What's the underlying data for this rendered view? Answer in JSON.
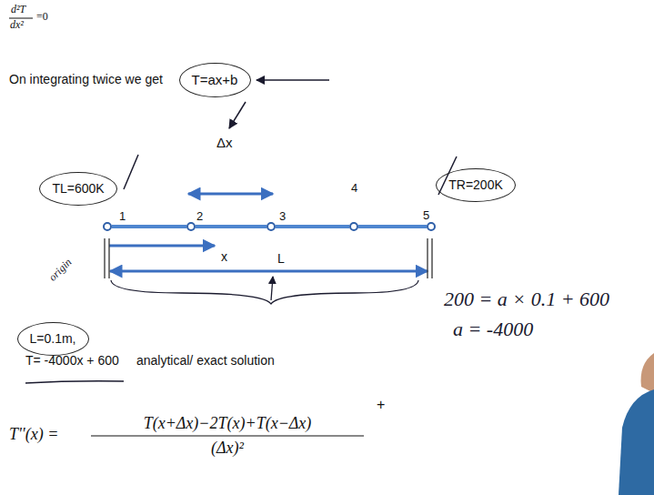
{
  "diagram": {
    "nodes": [
      {
        "text": [
          "T=ax+b"
        ]
      },
      {
        "text": [
          "TL=600K"
        ]
      },
      {
        "text": [
          "1"
        ]
      },
      {
        "text": [
          "2"
        ]
      },
      {
        "text": [
          "3"
        ]
      },
      {
        "text": [
          "4"
        ]
      },
      {
        "text": [
          "5"
        ]
      },
      {
        "text": [
          "TR=200K"
        ]
      },
      {
        "text": [
          "L=0.1m,"
        ]
      }
    ],
    "edges": [
      {
        "from": 2,
        "to": 3,
        "arrow": "none"
      },
      {
        "from": 3,
        "to": 4,
        "arrow": "none"
      },
      {
        "from": 4,
        "to": 5,
        "arrow": "none"
      },
      {
        "from": 5,
        "to": 6,
        "arrow": "none"
      }
    ],
    "labels": [
      "d²T",
      "dx²",
      "=0",
      "On integrating twice we get",
      "Δx",
      "x",
      "L",
      "origin",
      "T= -4000x + 600",
      "analytical/ exact solution",
      "200 = a × 0.1 + 600",
      "a = -4000",
      "T''(x) =",
      "T(x+Δx)−2T(x)+T(x−Δx)",
      "(Δx)²",
      "+"
    ]
  }
}
